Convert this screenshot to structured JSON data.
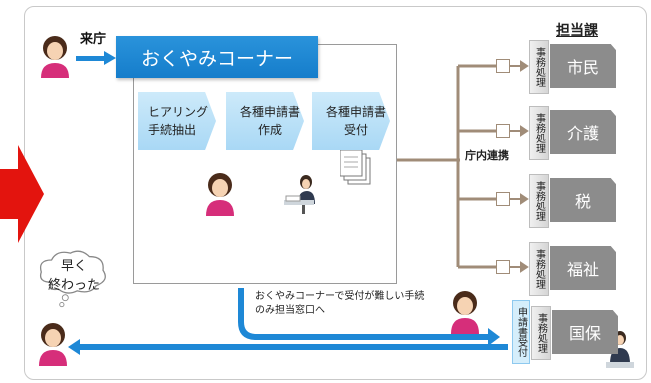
{
  "header": {
    "arrive_label": "来庁",
    "corner_title": "おくやみコーナー"
  },
  "steps": [
    {
      "line1": "ヒアリング",
      "line2": "手続抽出"
    },
    {
      "line1": "各種申請書",
      "line2": "作成"
    },
    {
      "line1": "各種申請書",
      "line2": "受付"
    }
  ],
  "coordination_label": "庁内連携",
  "departments": {
    "title": "担当課",
    "processing_label": "事務処理",
    "items": [
      "市民",
      "介護",
      "税",
      "福祉",
      "国保"
    ]
  },
  "application_receipt_label": "申請書受付",
  "note": {
    "line1": "おくやみコーナーで受付が難しい手続",
    "line2": "のみ担当窓口へ"
  },
  "cloud": {
    "line1": "早く",
    "line2": "終わった"
  },
  "colors": {
    "blue": "#1e88d6",
    "brown_line": "#a08c78",
    "dept_gray": "#8c8c8c",
    "red": "#e3140e"
  },
  "icons": [
    "person-icon",
    "staff-icon",
    "document-stack-icon"
  ]
}
